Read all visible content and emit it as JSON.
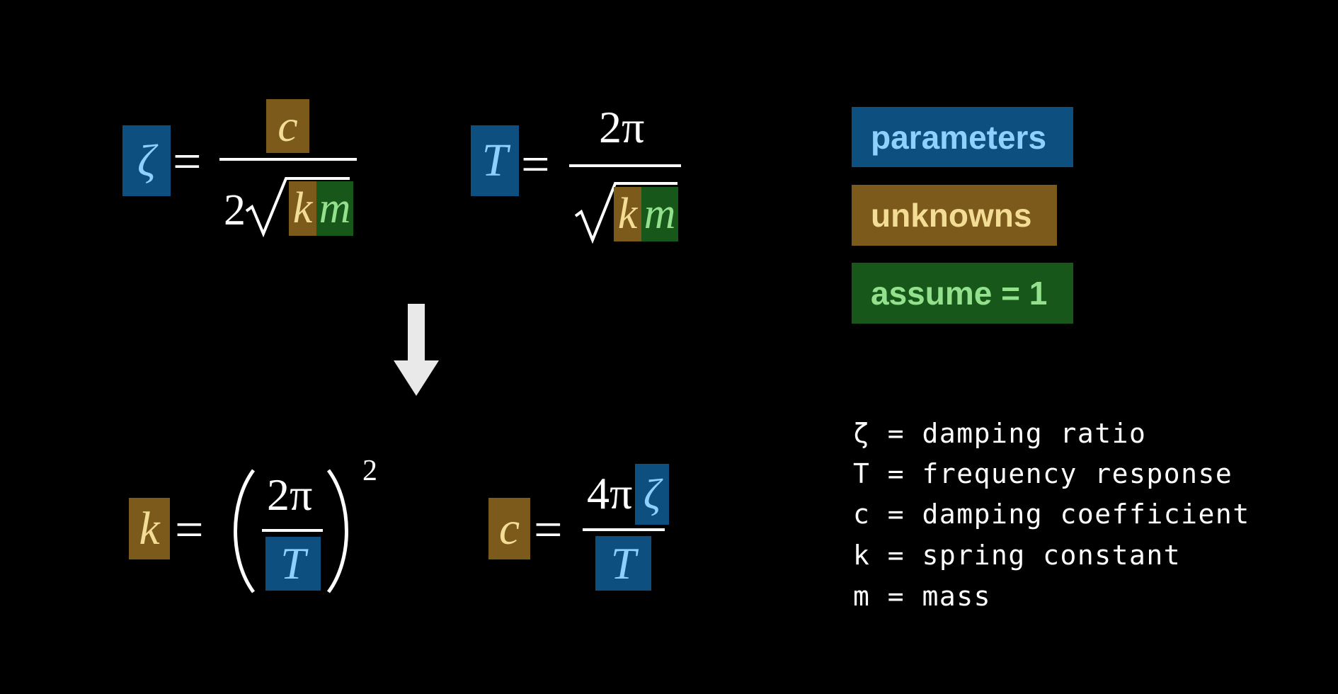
{
  "colors": {
    "background": "#000000",
    "parameter_bg": "#0d4f7e",
    "parameter_fg": "#8fd0ff",
    "unknown_bg": "#7b5a1c",
    "unknown_fg": "#f3dc94",
    "assume_bg": "#17581a",
    "assume_fg": "#93e08d",
    "text": "#ffffff",
    "arrow": "#e9e9e9"
  },
  "equations": {
    "zeta": {
      "lhs": "ζ",
      "equals": "=",
      "numerator": "c",
      "denominator_coefficient": "2",
      "radicand": [
        "k",
        "m"
      ]
    },
    "period": {
      "lhs": "T",
      "equals": "=",
      "numerator": "2π",
      "radicand": [
        "k",
        "m"
      ]
    },
    "spring": {
      "lhs": "k",
      "equals": "=",
      "numerator": "2π",
      "denominator": "T",
      "exponent": "2"
    },
    "damping": {
      "lhs": "c",
      "equals": "=",
      "numerator_prefix": "4π",
      "numerator_symbol": "ζ",
      "denominator": "T"
    }
  },
  "legend": [
    {
      "label": "parameters",
      "kind": "parameter"
    },
    {
      "label": "unknowns",
      "kind": "unknown"
    },
    {
      "label": "assume = 1",
      "kind": "assume"
    }
  ],
  "definitions": [
    "ζ = damping ratio",
    "T = frequency response",
    "c = damping coefficient",
    "k = spring constant",
    "m = mass"
  ],
  "arrow_icon": "arrow-down-icon"
}
